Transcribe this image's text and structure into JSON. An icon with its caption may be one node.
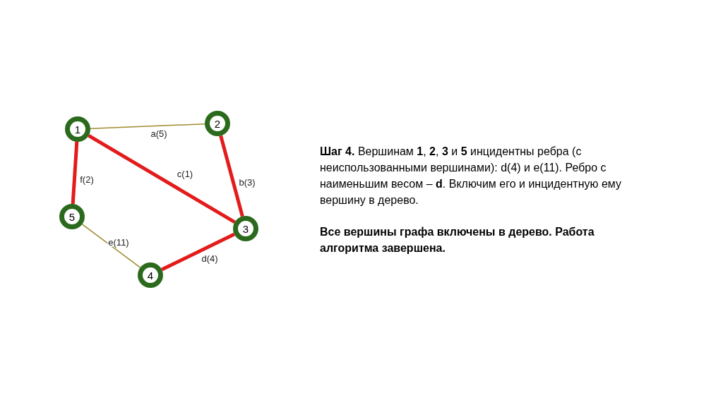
{
  "diagram": {
    "nodes": [
      {
        "text": [
          "1"
        ]
      },
      {
        "text": [
          "2"
        ]
      },
      {
        "text": [
          "5"
        ]
      },
      {
        "text": [
          "3"
        ]
      },
      {
        "text": [
          "4"
        ]
      }
    ],
    "edges": [
      {
        "from": 0,
        "to": 1,
        "arrow": "none",
        "label": "a(5)",
        "color": "#a08a30"
      },
      {
        "from": 0,
        "to": 2,
        "arrow": "none",
        "label": "f(2)"
      },
      {
        "from": 0,
        "to": 3,
        "arrow": "none",
        "label": "c(1)"
      },
      {
        "from": 1,
        "to": 3,
        "arrow": "none",
        "label": "b(3)"
      },
      {
        "from": 2,
        "to": 4,
        "arrow": "none",
        "label": "e(11)",
        "color": "#a08a30"
      },
      {
        "from": 4,
        "to": 3,
        "arrow": "none",
        "label": "d(4)"
      }
    ],
    "labels": [
      "**Шаг 4.** Вершинам **1**, **2**, **3** и **5** инцидентны ребра (с неиспользованными вершинами): d(4) и e(11). Ребро с наименьшим весом – **d**. Включим его и инцидентную ему вершину в дерево.",
      "Все вершины графа включены в дерево. Работа алгоритма завершена."
    ]
  }
}
